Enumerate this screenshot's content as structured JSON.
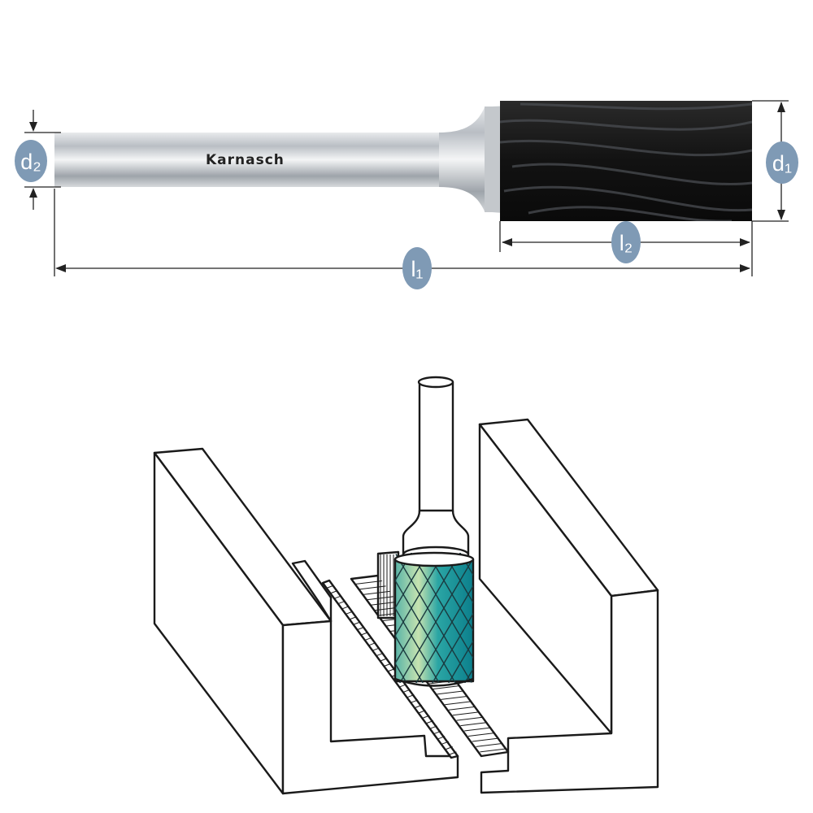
{
  "brand": "Karnasch",
  "dimensions": {
    "d1": "d₁",
    "d2": "d₂",
    "l1": "l₁",
    "l2": "l₂"
  },
  "colors": {
    "badge": "#7f9ab5",
    "cutter_head_top": "#151515",
    "shank": "#c9cdd2",
    "coating_light": "#c7e3b0",
    "coating_dark": "#0f8a96"
  }
}
